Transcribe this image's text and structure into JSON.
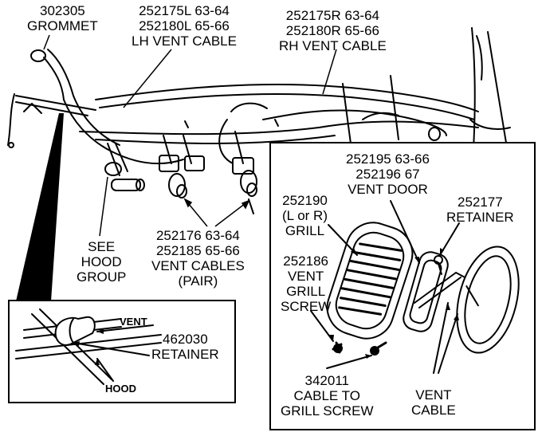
{
  "colors": {
    "ink": "#000000",
    "paper": "#ffffff"
  },
  "labels": {
    "grommet": {
      "part": "302305",
      "name": "GROMMET"
    },
    "lh_cable": {
      "line1": "252175L  63-64",
      "line2": "252180L  65-66",
      "name": "LH VENT CABLE"
    },
    "rh_cable": {
      "line1": "252175R  63-64",
      "line2": "252180R  65-66",
      "name": "RH VENT CABLE"
    },
    "see_hood": {
      "l1": "SEE",
      "l2": "HOOD",
      "l3": "GROUP"
    },
    "vent_cables": {
      "line1": "252176  63-64",
      "line2": "252185  65-66",
      "name": "VENT CABLES",
      "note": "(PAIR)"
    },
    "vent_door": {
      "line1": "252195  63-66",
      "line2": "252196  67",
      "name": "VENT DOOR"
    },
    "grill": {
      "part": "252190",
      "note": "(L or R)",
      "name": "GRILL"
    },
    "retainer": {
      "part": "252177",
      "name": "RETAINER"
    },
    "grill_screw": {
      "part": "252186",
      "l1": "VENT",
      "l2": "GRILL",
      "l3": "SCREW"
    },
    "cable_screw": {
      "part": "342011",
      "l1": "CABLE TO",
      "l2": "GRILL SCREW"
    },
    "vent_cable": {
      "l1": "VENT",
      "l2": "CABLE"
    }
  },
  "inset": {
    "vent": "VENT",
    "part": "462030",
    "name": "RETAINER",
    "hood": "HOOD"
  }
}
